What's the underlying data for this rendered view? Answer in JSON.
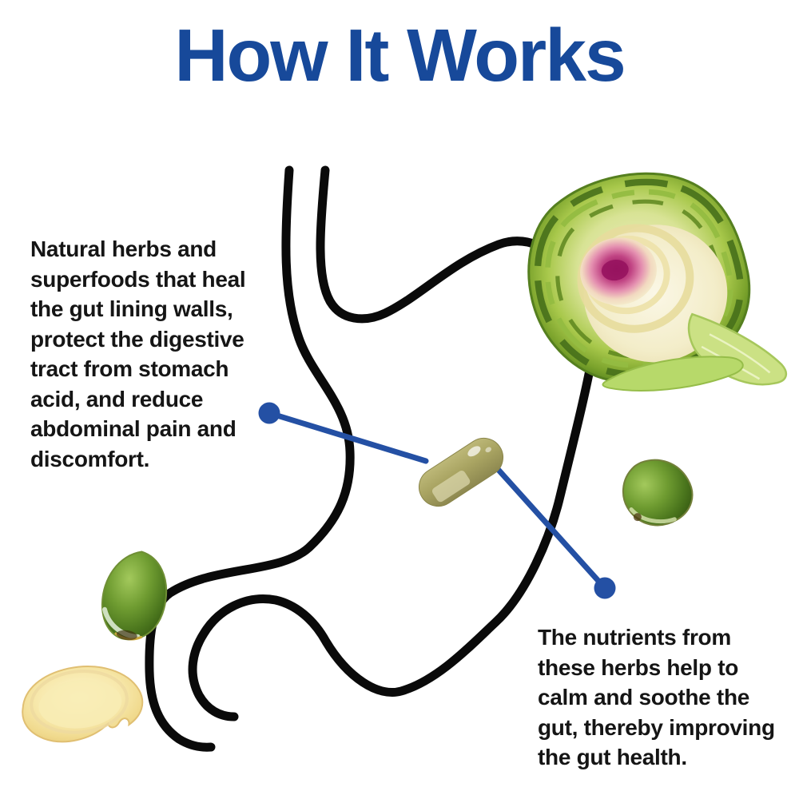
{
  "page": {
    "background": "#ffffff"
  },
  "title": {
    "text": "How It Works",
    "color": "#17499a"
  },
  "callouts": {
    "left": {
      "color": "#151515",
      "lines": [
        "Natural herbs and",
        "superfoods that heal",
        "the gut lining walls,",
        "protect the digestive",
        "tract from stomach",
        "acid, and reduce",
        "abdominal pain and",
        "discomfort."
      ]
    },
    "right": {
      "color": "#151515",
      "lines": [
        "The nutrients from",
        "these herbs help to",
        "calm and soothe the",
        "gut, thereby improving",
        "the gut health."
      ]
    }
  },
  "diagram": {
    "outline_color": "#0a0a0a",
    "leader_color": "#2450a4",
    "capsule_color": "#a9a462",
    "icons": [
      "stomach-outline-icon",
      "capsule-icon",
      "artichoke-half-icon",
      "seed-pod-left-icon",
      "seed-pod-right-icon",
      "ginger-slice-icon"
    ]
  }
}
